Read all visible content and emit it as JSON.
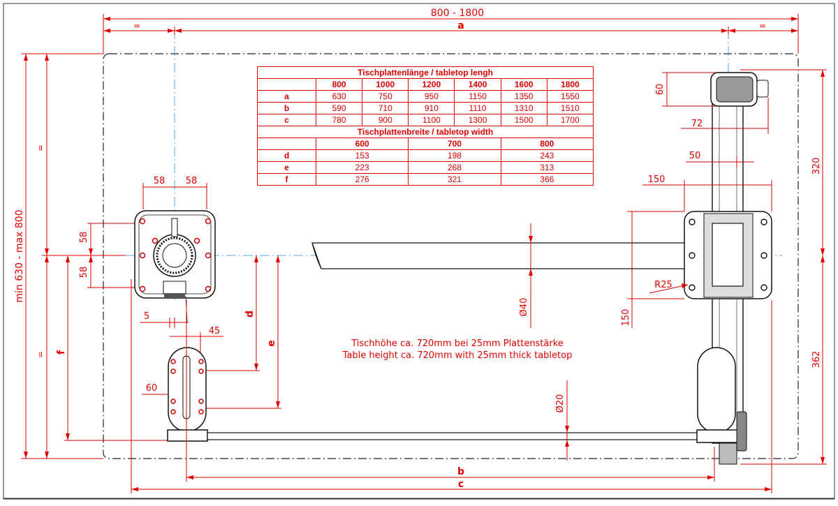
{
  "top_dims": {
    "overall": "800 - 1800",
    "a": "a",
    "equal_left": "=",
    "equal_right": "="
  },
  "left_dims": {
    "overall": "min 630 - max 800",
    "eq_upper": "=",
    "eq_lower": "=",
    "f": "f",
    "d58_a": "58",
    "d58_b": "58"
  },
  "right_dims": {
    "d320": "320",
    "d362": "362",
    "d60": "60",
    "d72": "72",
    "d50": "50",
    "d150_h": "150",
    "d150_v": "150",
    "r25": "R25"
  },
  "bottom_dims": {
    "b": "b",
    "c": "c"
  },
  "plate_dims": {
    "w58_left": "58",
    "w58_right": "58",
    "d5": "5",
    "d45": "45",
    "d60": "60",
    "d": "d",
    "e": "e",
    "dia40": "Ø40",
    "dia20": "Ø20"
  },
  "table": {
    "length_header": "Tischplattenlänge  /  tabletop lengh",
    "length_cols": [
      "800",
      "1000",
      "1200",
      "1400",
      "1600",
      "1800"
    ],
    "length_rows": [
      {
        "label": "a",
        "values": [
          "630",
          "750",
          "950",
          "1150",
          "1350",
          "1550"
        ]
      },
      {
        "label": "b",
        "values": [
          "590",
          "710",
          "910",
          "1110",
          "1310",
          "1510"
        ]
      },
      {
        "label": "c",
        "values": [
          "780",
          "900",
          "1100",
          "1300",
          "1500",
          "1700"
        ]
      }
    ],
    "width_header": "Tischplattenbreite  /  tabletop width",
    "width_cols": [
      "600",
      "700",
      "800"
    ],
    "width_rows": [
      {
        "label": "d",
        "values": [
          "153",
          "198",
          "243"
        ]
      },
      {
        "label": "e",
        "values": [
          "223",
          "268",
          "313"
        ]
      },
      {
        "label": "f",
        "values": [
          "276",
          "321",
          "366"
        ]
      }
    ]
  },
  "note": {
    "line1": "Tischhöhe ca. 720mm bei 25mm Plattenstärke",
    "line2": "Table height ca. 720mm with 25mm thick tabletop"
  },
  "colors": {
    "dimension": "#e00000",
    "drawing": "#111111",
    "centerline": "#2f8fd8"
  }
}
